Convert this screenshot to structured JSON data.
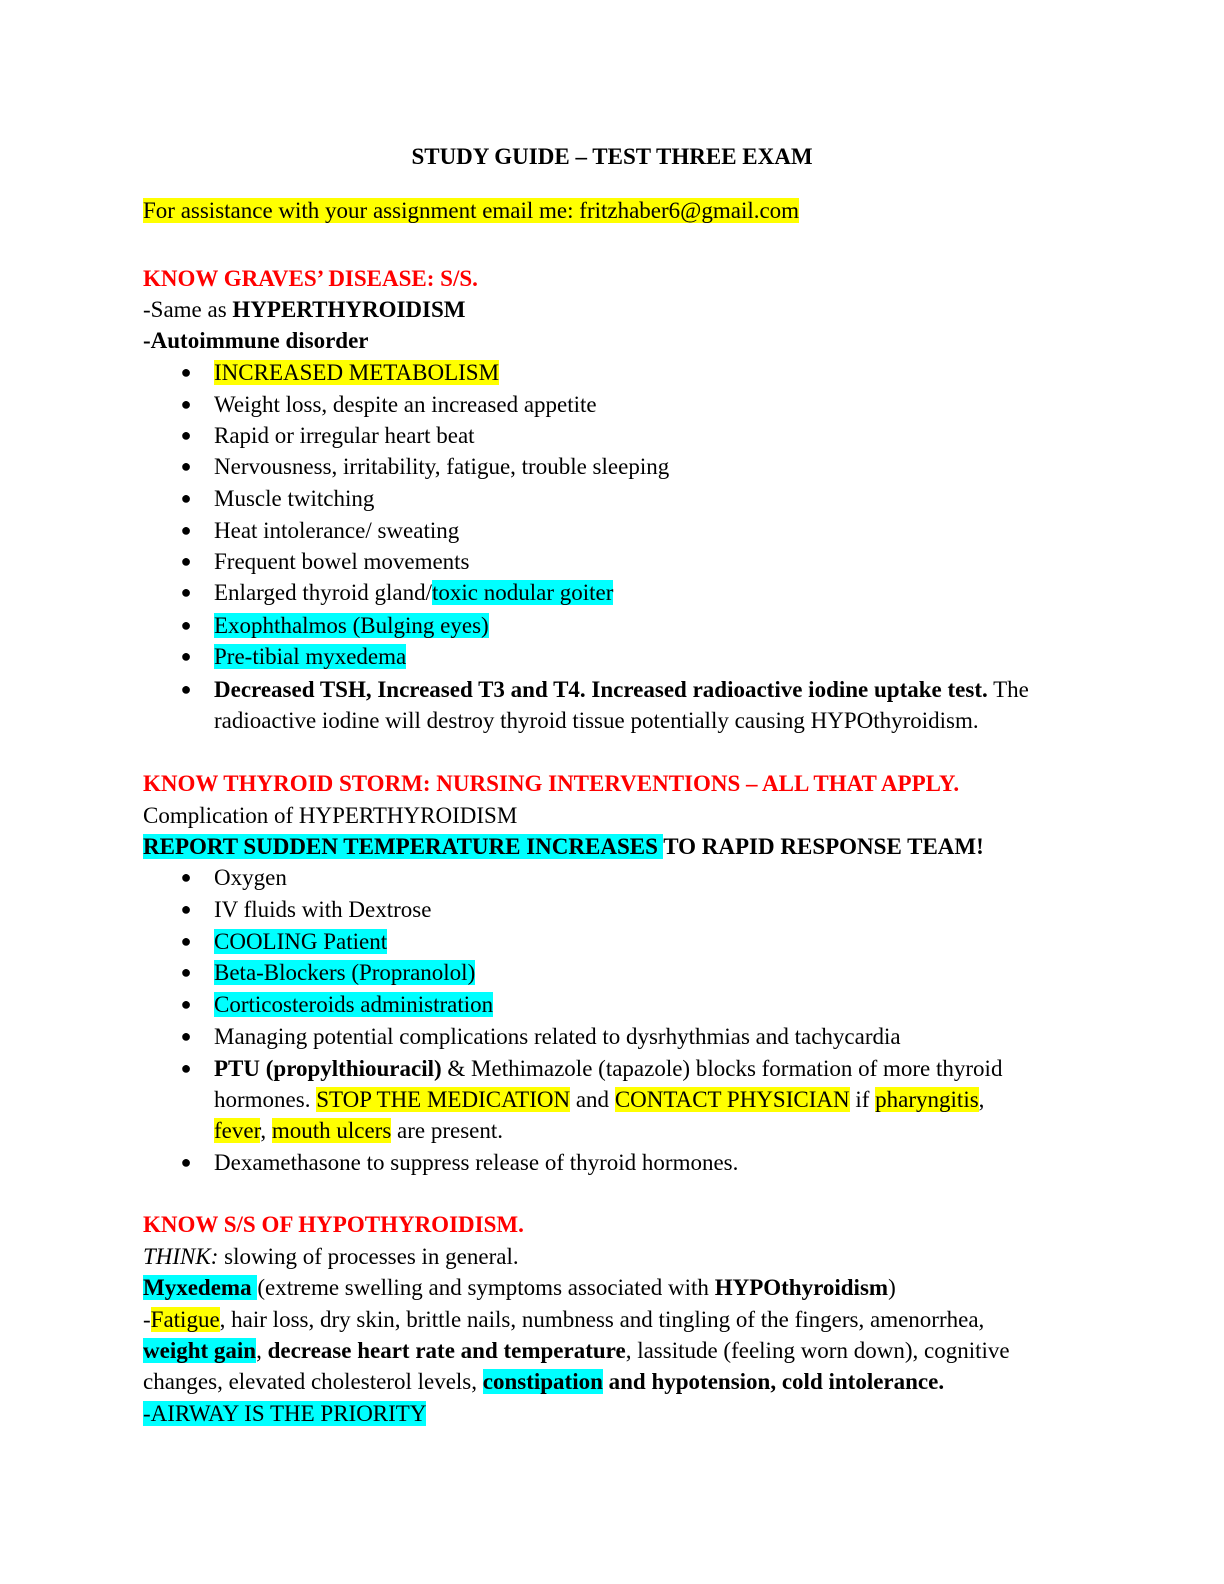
{
  "title": "STUDY GUIDE – TEST THREE EXAM",
  "contact": "For assistance with your assignment email me: fritzhaber6@gmail.com",
  "graves": {
    "heading": "KNOW GRAVES’ DISEASE: S/S.",
    "same_prefix": "-Same as ",
    "same_bold": "HYPERTHYROIDISM",
    "autoimmune": "-Autoimmune disorder",
    "items": [
      " INCREASED METABOLISM",
      "Weight loss, despite an increased appetite",
      "Rapid or irregular heart beat",
      "Nervousness, irritability, fatigue, trouble sleeping",
      "Muscle twitching",
      "Heat intolerance/ sweating",
      "Frequent bowel movements"
    ],
    "goiter_prefix": "Enlarged thyroid gland/",
    "goiter_hl": "toxic nodular goiter",
    "exophthalmos": "Exophthalmos (Bulging eyes)",
    "myxedema_pretibial": "Pre-tibial myxedema",
    "labs_bold": "Decreased TSH, Increased T3 and T4. Increased radioactive iodine uptake test.",
    "labs_rest1": " The",
    "labs_rest2": "radioactive iodine will destroy thyroid tissue potentially causing HYPOthyroidism."
  },
  "storm": {
    "heading": "KNOW THYROID STORM: NURSING INTERVENTIONS – ALL THAT APPLY.",
    "complication": "Complication of HYPERTHYROIDISM",
    "report_hl": "REPORT SUDDEN TEMPERATURE INCREASES ",
    "report_rest": "TO RAPID RESPONSE TEAM!",
    "items": [
      "Oxygen",
      "IV fluids with Dextrose"
    ],
    "items_hl": [
      "COOLING Patient",
      "Beta-Blockers (Propranolol)",
      "Corticosteroids administration"
    ],
    "managing": "Managing potential complications related to dysrhythmias and tachycardia",
    "ptu_bold": "PTU (propylthiouracil)",
    "ptu_rest": " & Methimazole (tapazole) blocks formation of more thyroid",
    "ptu_l2_a": "hormones. ",
    "ptu_l2_stop": "STOP THE MEDICATION",
    "ptu_l2_and": " and ",
    "ptu_l2_contact": "CONTACT PHYSICIAN",
    "ptu_l2_if": " if ",
    "ptu_l2_phar": "pharyngitis",
    "ptu_l2_comma": ",",
    "ptu_l3_fever": "fever",
    "ptu_l3_comma": ", ",
    "ptu_l3_ulcers": "mouth ulcers",
    "ptu_l3_rest": " are present.",
    "dexa": "Dexamethasone to suppress release of thyroid hormones."
  },
  "hypo": {
    "heading": "KNOW S/S OF HYPOTHYROIDISM.",
    "think_i": "THINK:",
    "think_rest": " slowing of processes in general.",
    "myx_bold": "Myxedema ",
    "myx_rest": "(extreme swelling and symptoms associated with ",
    "myx_bold2": "HYPOthyroidism",
    "myx_end": ")",
    "l1_dash": "-",
    "l1_fatigue": "Fatigue",
    "l1_rest": ", hair loss, dry skin, brittle nails, numbness and tingling of the fingers, amenorrhea,",
    "l2_weight": "weight gain",
    "l2_comma": ", ",
    "l2_bold": "decrease heart rate and temperature",
    "l2_rest": ", lassitude (feeling worn down), cognitive",
    "l3_a": "changes, elevated cholesterol levels, ",
    "l3_const": "constipation",
    "l3_bold": " and hypotension, cold intolerance.",
    "airway": "-AIRWAY IS THE PRIORITY"
  },
  "colors": {
    "heading_red": "#ff0000",
    "highlight_yellow": "#ffff00",
    "highlight_cyan": "#00ffff"
  }
}
